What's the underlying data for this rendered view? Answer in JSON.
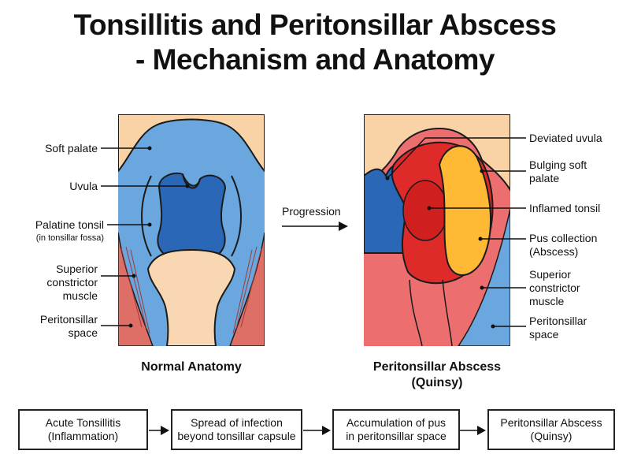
{
  "title": {
    "line1": "Tonsillitis and Peritonsillar Abscess",
    "line2": "- Mechanism and Anatomy"
  },
  "normal": {
    "caption": "Normal Anatomy",
    "labels": {
      "soft_palate": "Soft palate",
      "uvula": "Uvula",
      "palatine_tonsil": "Palatine tonsil",
      "palatine_tonsil_sub": "(in tonsillar fossa)",
      "superior_constrictor": "Superior\nconstrictor\nmuscle",
      "peritonsillar_space": "Peritonsillar\nspace"
    }
  },
  "progression": "Progression",
  "abscess": {
    "caption_line1": "Peritonsillar Abscess",
    "caption_line2": "(Quinsy)",
    "labels": {
      "deviated_uvula": "Deviated uvula",
      "bulging_soft_palate": "Bulging soft\npalate",
      "inflamed_tonsil": "Inflamed tonsil",
      "pus_collection": "Pus collection\n(Abscess)",
      "superior_constrictor": "Superior\nconstrictor\nmuscle",
      "peritonsillar_space": "Peritonsillar\nspace"
    }
  },
  "flow": [
    {
      "label": "Acute Tonsillitis\n(Inflammation)"
    },
    {
      "label": "Spread of infection\nbeyond tonsillar capsule"
    },
    {
      "label": "Accumulation of pus\nin peritonsillar space"
    },
    {
      "label": "Peritonsillar Abscess\n(Quinsy)"
    }
  ],
  "colors": {
    "palate": "#f9d3a6",
    "cavity": "#6aa7df",
    "tonsil_dark": "#2a67b6",
    "tongue": "#f9d7b2",
    "muscle": "#de6f66",
    "inflamed_bg": "#ec6e6e",
    "inflamed_tonsil": "#df2a2a",
    "pus": "#ffb935"
  }
}
